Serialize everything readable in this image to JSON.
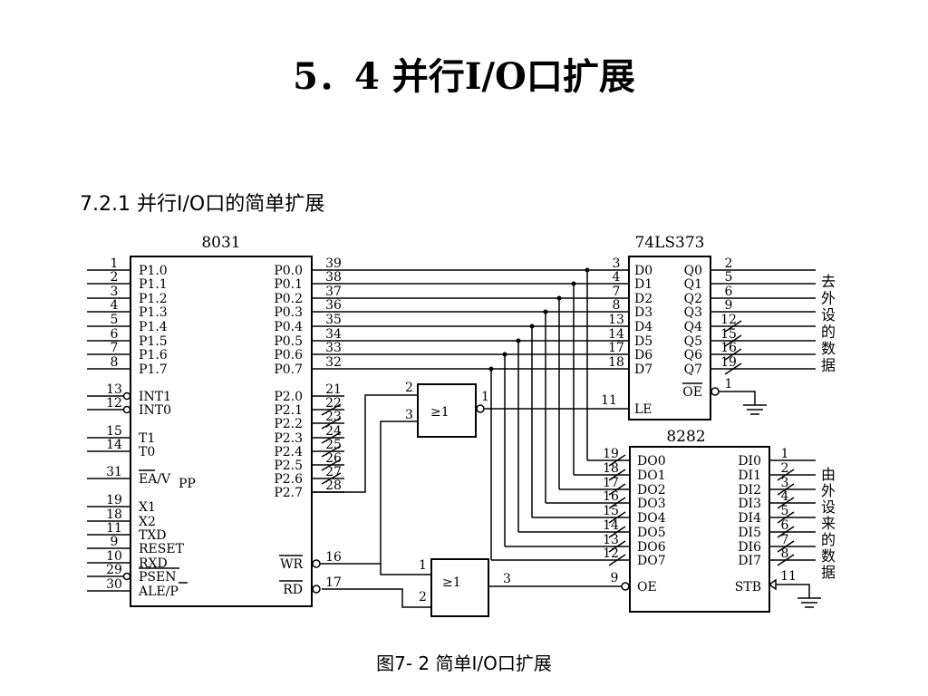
{
  "slide": {
    "title": "5．4  并行I/O口扩展",
    "subtitle": "7.2.1  并行I/O口的简单扩展",
    "caption": "图7- 2  简单I/O口扩展"
  },
  "chips": {
    "cpu": {
      "name": "8031",
      "left_pins": [
        {
          "num": "1",
          "label": "P1.0"
        },
        {
          "num": "2",
          "label": "P1.1"
        },
        {
          "num": "3",
          "label": "P1.2"
        },
        {
          "num": "4",
          "label": "P1.3"
        },
        {
          "num": "5",
          "label": "P1.4"
        },
        {
          "num": "6",
          "label": "P1.5"
        },
        {
          "num": "7",
          "label": "P1.6"
        },
        {
          "num": "8",
          "label": "P1.7"
        },
        {
          "num": "13",
          "label": "INT1"
        },
        {
          "num": "12",
          "label": "INT0"
        },
        {
          "num": "15",
          "label": "T1"
        },
        {
          "num": "14",
          "label": "T0"
        },
        {
          "num": "31",
          "label": "EA/V"
        },
        {
          "num": "19",
          "label": "X1"
        },
        {
          "num": "18",
          "label": "X2"
        },
        {
          "num": "11",
          "label": "TXD"
        },
        {
          "num": "9",
          "label": "RESET"
        },
        {
          "num": "10",
          "label": "RXD"
        },
        {
          "num": "29",
          "label": "PSEN"
        },
        {
          "num": "30",
          "label": "ALE/P"
        }
      ],
      "ea_sub": "PP",
      "right_pins": [
        {
          "num": "39",
          "label": "P0.0"
        },
        {
          "num": "38",
          "label": "P0.1"
        },
        {
          "num": "37",
          "label": "P0.2"
        },
        {
          "num": "36",
          "label": "P0.3"
        },
        {
          "num": "35",
          "label": "P0.4"
        },
        {
          "num": "34",
          "label": "P0.5"
        },
        {
          "num": "33",
          "label": "P0.6"
        },
        {
          "num": "32",
          "label": "P0.7"
        },
        {
          "num": "21",
          "label": "P2.0"
        },
        {
          "num": "22",
          "label": "P2.1"
        },
        {
          "num": "23",
          "label": "P2.2"
        },
        {
          "num": "24",
          "label": "P2.3"
        },
        {
          "num": "25",
          "label": "P2.4"
        },
        {
          "num": "26",
          "label": "P2.5"
        },
        {
          "num": "27",
          "label": "P2.6"
        },
        {
          "num": "28",
          "label": "P2.7"
        },
        {
          "num": "16",
          "label": "WR"
        },
        {
          "num": "17",
          "label": "RD"
        }
      ]
    },
    "latch": {
      "name": "74LS373",
      "d_pins": [
        {
          "num": "3",
          "label": "D0"
        },
        {
          "num": "4",
          "label": "D1"
        },
        {
          "num": "7",
          "label": "D2"
        },
        {
          "num": "8",
          "label": "D3"
        },
        {
          "num": "13",
          "label": "D4"
        },
        {
          "num": "14",
          "label": "D5"
        },
        {
          "num": "17",
          "label": "D6"
        },
        {
          "num": "18",
          "label": "D7"
        }
      ],
      "q_pins": [
        {
          "num": "2",
          "label": "Q0"
        },
        {
          "num": "5",
          "label": "Q1"
        },
        {
          "num": "6",
          "label": "Q2"
        },
        {
          "num": "9",
          "label": "Q3"
        },
        {
          "num": "12",
          "label": "Q4"
        },
        {
          "num": "15",
          "label": "Q5"
        },
        {
          "num": "16",
          "label": "Q6"
        },
        {
          "num": "19",
          "label": "Q7"
        }
      ],
      "oe": {
        "num": "1",
        "label": "OE"
      },
      "le": {
        "num": "11",
        "label": "LE"
      },
      "output_label": [
        "去",
        "外",
        "设",
        "的",
        "数",
        "据"
      ]
    },
    "buffer": {
      "name": "8282",
      "do_pins": [
        {
          "num": "19",
          "label": "DO0"
        },
        {
          "num": "18",
          "label": "DO1"
        },
        {
          "num": "17",
          "label": "DO2"
        },
        {
          "num": "16",
          "label": "DO3"
        },
        {
          "num": "15",
          "label": "DO4"
        },
        {
          "num": "14",
          "label": "DO5"
        },
        {
          "num": "13",
          "label": "DO6"
        },
        {
          "num": "12",
          "label": "DO7"
        }
      ],
      "di_pins": [
        {
          "num": "1",
          "label": "DI0"
        },
        {
          "num": "2",
          "label": "DI1"
        },
        {
          "num": "3",
          "label": "DI2"
        },
        {
          "num": "4",
          "label": "DI3"
        },
        {
          "num": "5",
          "label": "DI4"
        },
        {
          "num": "6",
          "label": "DI5"
        },
        {
          "num": "7",
          "label": "DI6"
        },
        {
          "num": "8",
          "label": "DI7"
        }
      ],
      "oe": {
        "num": "9",
        "label": "OE"
      },
      "stb": {
        "num": "11",
        "label": "STB"
      },
      "input_label": [
        "由",
        "外",
        "设",
        "来",
        "的",
        "数",
        "据"
      ]
    }
  },
  "gates": {
    "upper": {
      "symbol": "≥1",
      "in_a": "2",
      "in_b": "3",
      "out": "1"
    },
    "lower": {
      "symbol": "≥1",
      "in_a": "1",
      "in_b": "2",
      "out": "3"
    }
  }
}
